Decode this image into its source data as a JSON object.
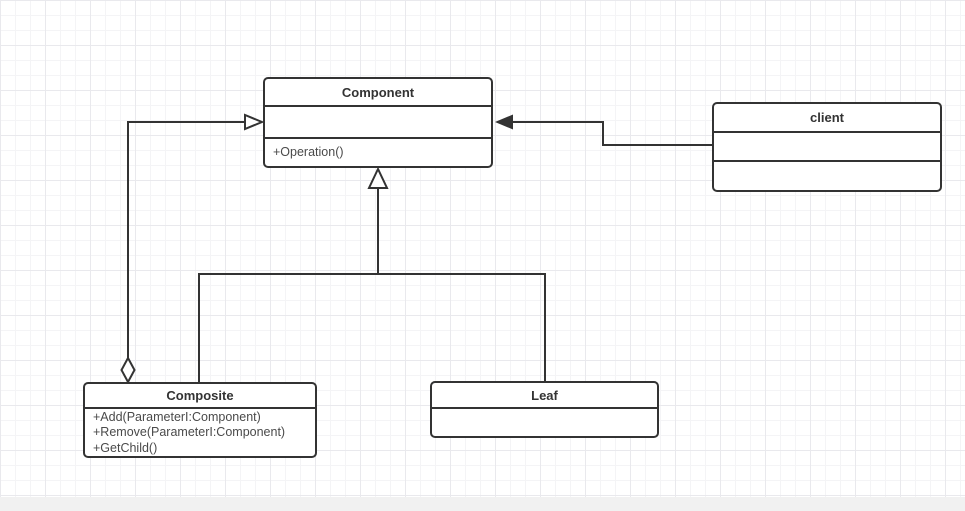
{
  "diagram": {
    "nodes": {
      "component": {
        "name": "Component",
        "methods": [
          "+Operation()"
        ]
      },
      "client": {
        "name": "client"
      },
      "composite": {
        "name": "Composite",
        "methods": [
          "+Add(ParameterI:Component)",
          "+Remove(ParameterI:Component)",
          "+GetChild()"
        ]
      },
      "leaf": {
        "name": "Leaf"
      }
    },
    "edges": [
      {
        "name": "composite-aggregates-component",
        "type": "aggregation",
        "from": "Composite",
        "to": "Component",
        "end_markers": [
          "open-diamond",
          "open-arrow"
        ]
      },
      {
        "name": "client-uses-component",
        "type": "directed-association",
        "from": "client",
        "to": "Component",
        "end_markers": [
          "none",
          "filled-arrow"
        ]
      },
      {
        "name": "composite-inherits-component",
        "type": "generalization",
        "from": "Composite",
        "to": "Component",
        "end_markers": [
          "none",
          "hollow-triangle"
        ]
      },
      {
        "name": "leaf-inherits-component",
        "type": "generalization",
        "from": "Leaf",
        "to": "Component",
        "end_markers": [
          "none",
          "hollow-triangle"
        ]
      }
    ],
    "colors": {
      "line": "#333333",
      "node_border": "#333333",
      "node_fill": "#ffffff",
      "title_text": "#333333",
      "method_text": "#4a4a4a",
      "canvas": "#ffffff",
      "grid_minor": "#f4f4f6",
      "grid_major": "#e9e9ed",
      "bottom_bar": "#f1f1f1"
    }
  }
}
